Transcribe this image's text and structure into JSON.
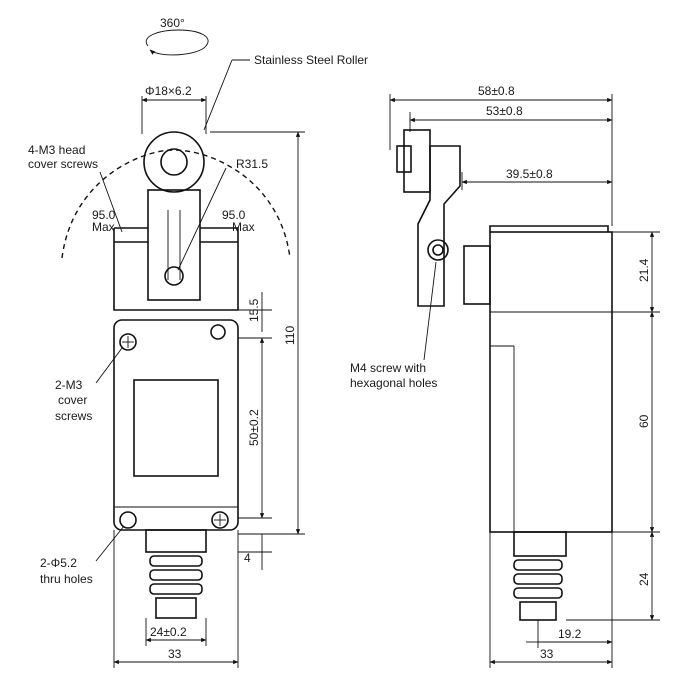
{
  "labels": {
    "rotation": "360°",
    "roller": "Stainless Steel Roller",
    "head_screws_1": "4-M3 head",
    "head_screws_2": "cover screws",
    "radius": "R31.5",
    "angle_left_1": "95.0",
    "angle_left_2": "Max",
    "angle_right_1": "95.0",
    "angle_right_2": "Max",
    "cover_screws_1": "2-M3",
    "cover_screws_2": "cover",
    "cover_screws_3": "screws",
    "thru_holes_1": "2-Φ5.2",
    "thru_holes_2": "thru holes",
    "m4_screw_1": "M4 screw with",
    "m4_screw_2": "hexagonal holes"
  },
  "dims": {
    "roller_size": "Φ18×6.2",
    "height_total": "110",
    "d_15_5": "15.5",
    "d_50": "50±0.2",
    "d_4": "4",
    "width_24": "24±0.2",
    "width_33_front": "33",
    "side_58": "58±0.8",
    "side_53": "53±0.8",
    "side_39_5": "39.5±0.8",
    "side_21_4": "21.4",
    "side_60": "60",
    "side_24": "24",
    "side_19_2": "19.2",
    "width_33_side": "33"
  }
}
